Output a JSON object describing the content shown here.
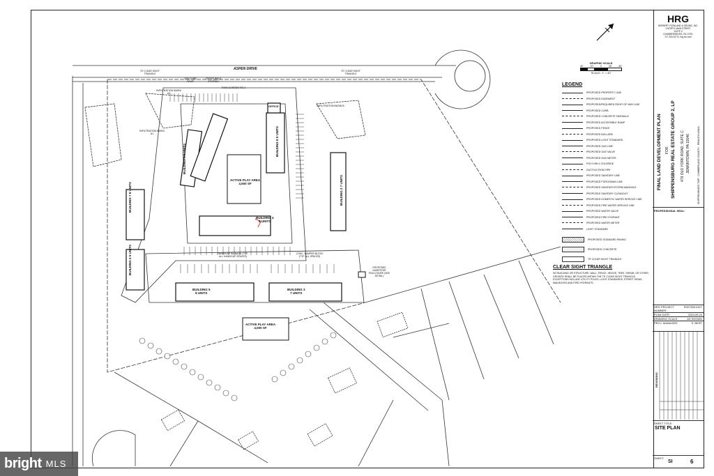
{
  "firm": {
    "logo": "HRG",
    "name": "HERBERT, ROWLAND & GRUBIC, INC.",
    "address1": "3 NORTH MAIN STREET",
    "address2": "SUITE 3",
    "city": "CHAMBERSBURG, PA 17201",
    "phone": "717.263.2070",
    "web": "hrg-inc.com"
  },
  "sheet": {
    "plan_title": "FINAL LAND DEVELOPMENT PLAN",
    "for": "FOR",
    "client": "SHIPPENSBURG REAL ESTATE GROUP 2, LP",
    "client_address": "479 OLD YORK ROAD, SUITE C",
    "client_city": "JENKINTOWN, PA 19046",
    "municipality": "SHIPPENSBURG TWP",
    "county": "CUMBERLAND COUNTY",
    "state": "PENNSYLVANIA",
    "professional_seal": "PROFESSIONAL SEAL:",
    "project_number_label": "HRG PROJECT NUMBER:",
    "project_number": "R007353.0427",
    "plan_date_label": "PLAN DATE:",
    "plan_date": "2024.05.24",
    "drawing_scale_label": "DRAWING SCALE:",
    "drawing_scale": "AS SHOWN",
    "manager_label": "PROJ. MANAGER:",
    "manager": "S. BERT",
    "revisions_label": "REVISIONS",
    "sheet_title_label": "SHEET TITLE:",
    "sheet_title": "SITE PLAN",
    "sheet_label": "SHEET:",
    "sheet_code": "SI",
    "sheet_number": "6"
  },
  "graphic_scale": {
    "title": "GRAPHIC SCALE",
    "ticks": [
      "40'",
      "20'",
      "0",
      "40'",
      "80'"
    ],
    "note": "SCALE: 1\" = 40'"
  },
  "legend": {
    "title": "LEGEND",
    "items": [
      "PROPOSED PROPERTY LINE",
      "PROPOSED EASEMENT",
      "PROPOSED/REQUIRED RIGHT-OF-WAY LINE",
      "PROPOSED CURB",
      "PROPOSED CONCRETE SIDEWALK",
      "PROPOSED ACCESSIBLE RAMP",
      "PROPOSED FENCE",
      "PROPOSED BOLLARD",
      "PROPOSED LIGHT STANDARD",
      "PROPOSED GAS LINE",
      "PROPOSED GAS VALVE",
      "PROPOSED GAS METER",
      "POLYVINYL CHLORIDE",
      "DUCTILE IRON PIPE",
      "PROPOSED SANITARY LINE",
      "PROPOSED FORCEMAIN LINE",
      "PROPOSED SANITARY/STORM MANHOLE",
      "PROPOSED SANITARY CLEANOUT",
      "PROPOSED DOMESTIC WATER SERVICE LINE",
      "PROPOSED FIRE WATER SERVICE LINE",
      "PROPOSED WATER VALVE",
      "PROPOSED FIRE HYDRANT",
      "PROPOSED WATER METER",
      "LIGHT STANDARD"
    ],
    "swatches": [
      "PROPOSED STANDARD PAVING",
      "PROPOSED CONCRETE",
      "75' CLEAR SIGHT TRIANGLE"
    ]
  },
  "clear_sight": {
    "title": "CLEAR SIGHT TRIANGLE",
    "text": "NO BUILDING OR STRUCTURE, WALL, FENCE, HEDGE, TREE, SHRUB, OR OTHER GROWTH SHALL BE PLACED WITHIN THE 75' CLEAR SIGHT TRIANGLE. EXCEPTIONS INCLUDE UTILITY POLES, LIGHT STANDARDS, STREET SIGNS, MAILBOXES AND FIRE HYDRANTS."
  },
  "site": {
    "street": "ASPEN DRIVE",
    "buildings": [
      {
        "name": "BUILDING 1",
        "units": "5 UNITS"
      },
      {
        "name": "BUILDING 2",
        "units": "7 UNITS"
      },
      {
        "name": "BUILDING 3",
        "units": "7 UNITS"
      },
      {
        "name": "BUILDING 4",
        "units": "8 UNITS"
      },
      {
        "name": "BUILDING 5",
        "units": "8 UNITS"
      },
      {
        "name": "BUILDING 6",
        "units": "5 UNITS"
      },
      {
        "name": "BUILDING 7",
        "units": "8 UNITS"
      },
      {
        "name": "BUILDING 8",
        "units": "5 UNITS"
      }
    ],
    "play_area_1": {
      "name": "ACTIVE PLAY AREA",
      "area": "4,500 SF"
    },
    "play_area_2": {
      "name": "ACTIVE PLAY AREA",
      "area": "4,000 SF"
    },
    "office": "OFFICE",
    "basins": [
      "INFILTRATION BASIN A1",
      "INFILTRATION BASIN A2",
      "INFILTRATION BASIN B"
    ],
    "rain_garden": "RAIN GARDEN RG-1",
    "handicap": "HANDICAP SIGNAGE (TYP. ALL HANDICAP SPACES)",
    "bumper": "CONC. BUMPER BLOCK (TYP. ALL SPACES)",
    "dumpster": "PROPOSED DUMPSTER ENCLOSURE (SEE DETAIL)",
    "sight_left": "75' CLEAR SIGHT TRIANGLE",
    "sight_right": "75' CLEAR SIGHT TRIANGLE",
    "crosswalk": "CROSS-WALK STRIPING",
    "ada_ramp": "ADA CURB RAMP"
  },
  "watermark": {
    "brand": "bright",
    "suffix": "MLS"
  }
}
